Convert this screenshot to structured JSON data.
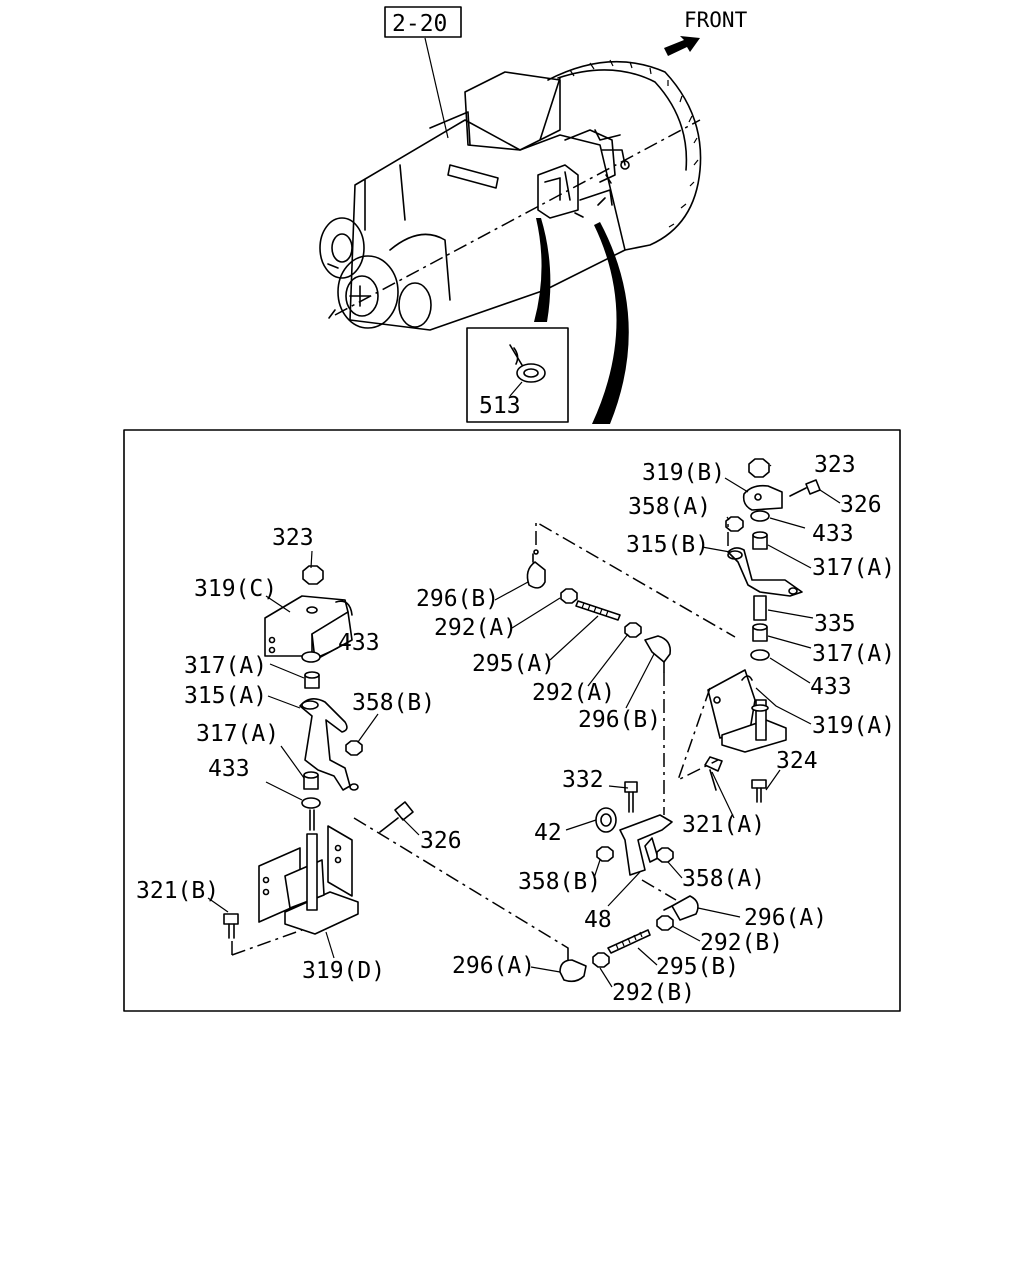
{
  "header": {
    "reference": "2-20",
    "front": "FRONT"
  },
  "inset": {
    "part": "513"
  },
  "callouts": [
    {
      "id": "c-323-r",
      "text": "323"
    },
    {
      "id": "c-319b",
      "text": "319(B)"
    },
    {
      "id": "c-326-r",
      "text": "326"
    },
    {
      "id": "c-358a-top",
      "text": "358(A)"
    },
    {
      "id": "c-433-r1",
      "text": "433"
    },
    {
      "id": "c-315b",
      "text": "315(B)"
    },
    {
      "id": "c-317a-r1",
      "text": "317(A)"
    },
    {
      "id": "c-335",
      "text": "335"
    },
    {
      "id": "c-317a-r2",
      "text": "317(A)"
    },
    {
      "id": "c-433-r2",
      "text": "433"
    },
    {
      "id": "c-319a",
      "text": "319(A)"
    },
    {
      "id": "c-324",
      "text": "324"
    },
    {
      "id": "c-321a",
      "text": "321(A)"
    },
    {
      "id": "c-323-l",
      "text": "323"
    },
    {
      "id": "c-319c",
      "text": "319(C)"
    },
    {
      "id": "c-433-l1",
      "text": "433"
    },
    {
      "id": "c-317a-l1",
      "text": "317(A)"
    },
    {
      "id": "c-315a",
      "text": "315(A)"
    },
    {
      "id": "c-358b-l",
      "text": "358(B)"
    },
    {
      "id": "c-317a-l2",
      "text": "317(A)"
    },
    {
      "id": "c-433-l2",
      "text": "433"
    },
    {
      "id": "c-326-l",
      "text": "326"
    },
    {
      "id": "c-321b",
      "text": "321(B)"
    },
    {
      "id": "c-319d",
      "text": "319(D)"
    },
    {
      "id": "c-296b-1",
      "text": "296(B)"
    },
    {
      "id": "c-292a-1",
      "text": "292(A)"
    },
    {
      "id": "c-295a",
      "text": "295(A)"
    },
    {
      "id": "c-292a-2",
      "text": "292(A)"
    },
    {
      "id": "c-296b-2",
      "text": "296(B)"
    },
    {
      "id": "c-332",
      "text": "332"
    },
    {
      "id": "c-42",
      "text": "42"
    },
    {
      "id": "c-358b-m",
      "text": "358(B)"
    },
    {
      "id": "c-358a-m",
      "text": "358(A)"
    },
    {
      "id": "c-48",
      "text": "48"
    },
    {
      "id": "c-296a-r",
      "text": "296(A)"
    },
    {
      "id": "c-292b-1",
      "text": "292(B)"
    },
    {
      "id": "c-295b",
      "text": "295(B)"
    },
    {
      "id": "c-296a-l",
      "text": "296(A)"
    },
    {
      "id": "c-292b-2",
      "text": "292(B)"
    }
  ]
}
